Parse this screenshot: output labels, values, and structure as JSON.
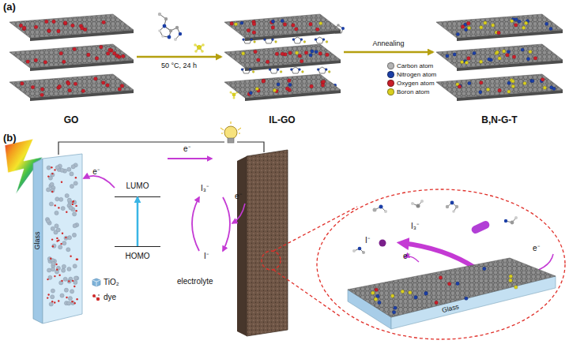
{
  "diagram": {
    "nodes": [
      {
        "text": [
          "GO"
        ]
      },
      {
        "text": [
          "IL-GO"
        ]
      },
      {
        "text": [
          "B,N-G-T"
        ]
      },
      {
        "text": [
          "Glass"
        ]
      },
      {
        "text": [
          "LUMO"
        ]
      },
      {
        "text": [
          "HOMO"
        ]
      },
      {
        "text": [
          "Glass"
        ]
      }
    ],
    "edges": [
      {
        "from": 0,
        "to": 1,
        "label": "50 °C, 24 h",
        "arrow": "to"
      },
      {
        "from": 1,
        "to": 2,
        "label": "Annealing",
        "arrow": "to"
      },
      {
        "from": 5,
        "to": 4,
        "arrow": "to"
      },
      {
        "from": 4,
        "to": 3,
        "label": "e⁻",
        "arrow": "to"
      }
    ],
    "labels": [
      "(a)",
      "(b)",
      "e⁻",
      "I₃⁻",
      "I⁻",
      "electrolyte",
      "e⁻",
      "I₃⁻",
      "I⁻",
      "e⁻",
      "e⁻"
    ],
    "legend": [
      {
        "text": "Carbon atom",
        "color": "#b4b4b4"
      },
      {
        "text": "Nitrogen atom",
        "color": "#1c3fa6"
      },
      {
        "text": "Oxygen atom",
        "color": "#c81e2a"
      },
      {
        "text": "Boron atom",
        "color": "#d9cf1e"
      },
      {
        "text": "TiO₂"
      },
      {
        "text": "dye"
      }
    ]
  }
}
